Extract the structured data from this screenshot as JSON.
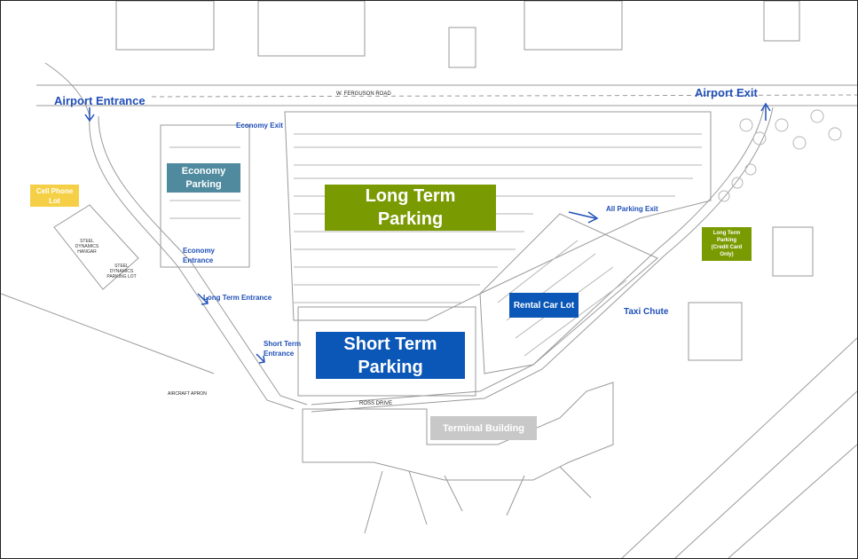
{
  "map": {
    "roads": {
      "north": "W. FERGUSON ROAD",
      "south": "ROSS DRIVE",
      "apron": "AIRCRAFT APRON"
    },
    "entrances": {
      "airport_entrance": "Airport Entrance",
      "airport_exit": "Airport Exit",
      "economy_exit": "Economy Exit",
      "economy_entrance": "Economy\nEntrance",
      "long_term_entrance": "Long Term Entrance",
      "short_term_entrance": "Short Term\nEntrance",
      "all_parking_exit": "All Parking Exit",
      "taxi_chute": "Taxi Chute"
    },
    "areas": {
      "long_term": {
        "label": "Long Term\nParking",
        "color": "#7a9a01"
      },
      "short_term": {
        "label": "Short Term\nParking",
        "color": "#0b57b8"
      },
      "economy": {
        "label": "Economy\nParking",
        "color": "#4f8a9e"
      },
      "cell_phone": {
        "label": "Cell Phone\nLot",
        "color": "#f5d046"
      },
      "rental_car": {
        "label": "Rental Car Lot",
        "color": "#0b57b8"
      },
      "terminal": {
        "label": "Terminal Building",
        "color": "#c8c8c8"
      },
      "long_term_credit": {
        "label": "Long Term\nParking\n(Credit Card\nOnly)",
        "color": "#7a9a01"
      }
    },
    "buildings": {
      "hangar": "STEEL\nDYNAMICS\nHANGAR",
      "hangar_lot": "STEEL\nDYNAMICS\nPARKING LOT"
    },
    "colors": {
      "label_blue": "#1f4fb8",
      "linework": "#9a9a9a",
      "arrow_blue": "#1f4fb8"
    }
  }
}
